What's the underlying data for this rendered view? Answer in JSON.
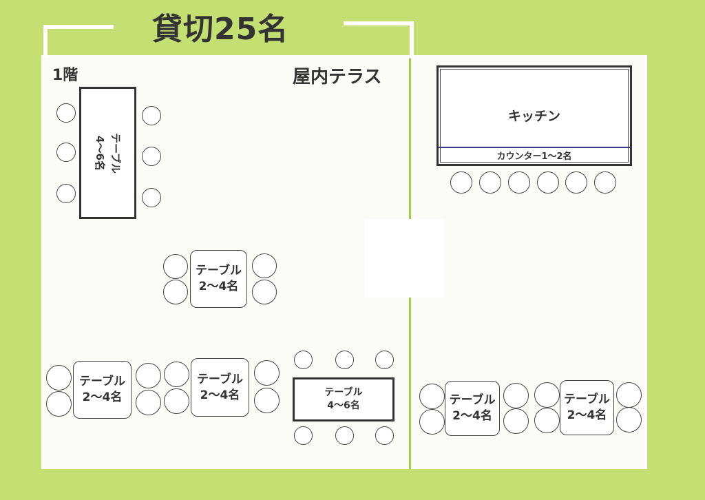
{
  "title": "貸切25名",
  "floor_label": "1階",
  "area_label": "屋内テラス",
  "kitchen": {
    "label": "キッチン",
    "counter_label": "カウンター1〜2名"
  },
  "tables": {
    "large_vertical": {
      "line1": "テーブル",
      "line2": "4〜6名"
    },
    "middle": {
      "line1": "テーブル",
      "line2": "2〜4名"
    },
    "bottom_left_1": {
      "line1": "テーブル",
      "line2": "2〜4名"
    },
    "bottom_left_2": {
      "line1": "テーブル",
      "line2": "2〜4名"
    },
    "bottom_center": {
      "line1": "テーブル",
      "line2": "4〜6名"
    },
    "bottom_right_1": {
      "line1": "テーブル",
      "line2": "2〜4名"
    },
    "bottom_right_2": {
      "line1": "テーブル",
      "line2": "2〜4名"
    }
  },
  "colors": {
    "background": "#c6df72",
    "floor": "#fbfbf8",
    "divider": "#9ed043",
    "ink": "#333333"
  }
}
